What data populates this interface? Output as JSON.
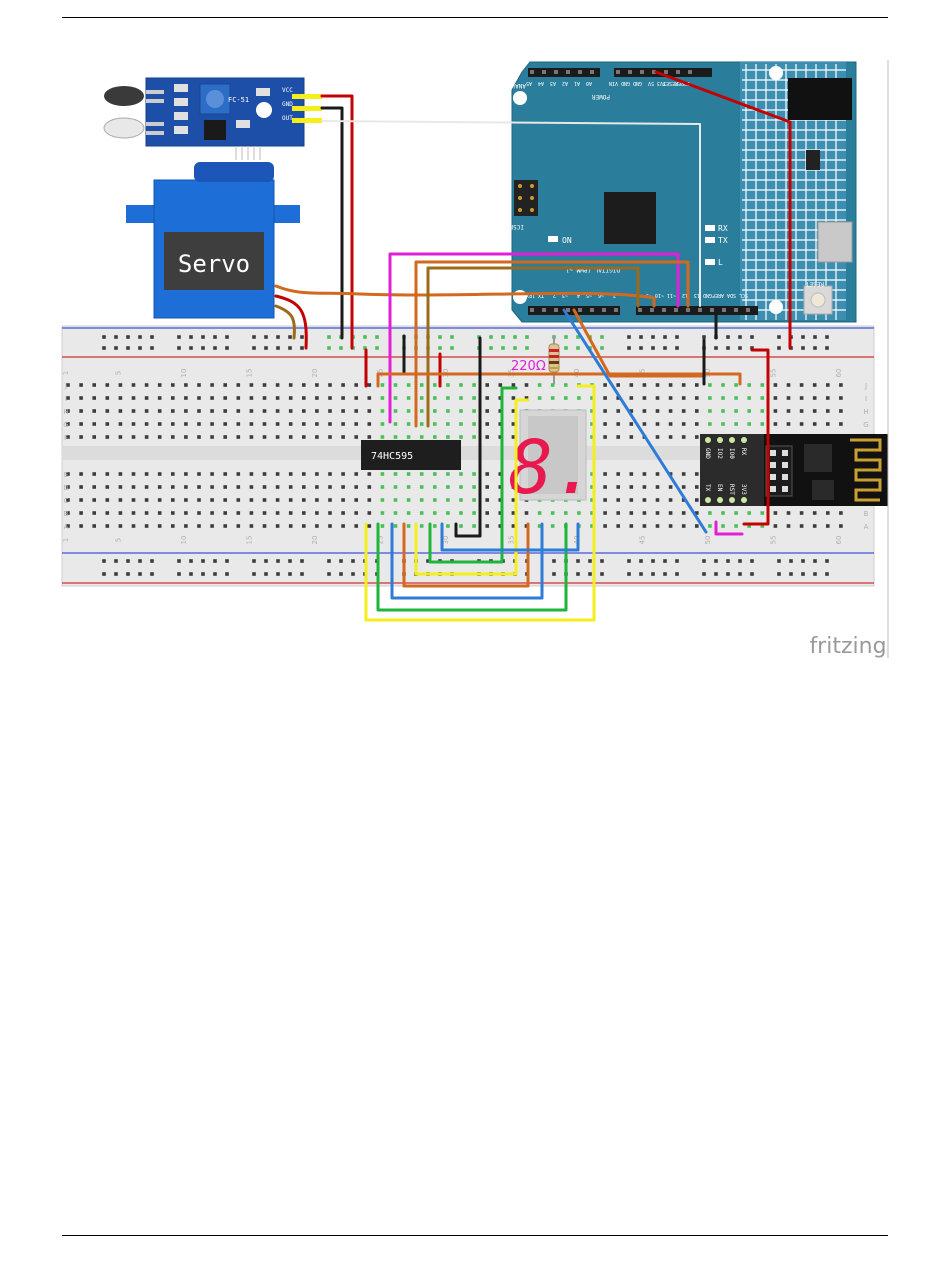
{
  "document": {
    "watermark": "fritzing"
  },
  "components": {
    "ir_sensor": {
      "board_label": "FC-51",
      "pin_labels": [
        "VCC",
        "GND",
        "OUT"
      ]
    },
    "servo": {
      "label": "Servo"
    },
    "arduino": {
      "header_top_left": [
        "A5",
        "A4",
        "A3",
        "A2",
        "A1",
        "A0"
      ],
      "section_analog": "ANALOG IN",
      "header_top_right": [
        "VIN",
        "GND",
        "GND",
        "5V",
        "3V3",
        "RESET",
        "IOREF"
      ],
      "section_power": "POWER",
      "header_bottom": [
        "RX 0",
        "TX 1",
        "2",
        "~3",
        "4",
        "~5",
        "~6",
        "7",
        "8",
        "~9",
        "~10",
        "~11",
        "12",
        "13",
        "GND",
        "AREF",
        "SDA",
        "SCL"
      ],
      "section_digital": "DIGITAL (PWM ~)",
      "icsp_label": "ICSP",
      "led_on": "ON",
      "led_rx": "RX",
      "led_tx": "TX",
      "led_l": "L",
      "reset_label": "RESET"
    },
    "resistor": {
      "label": "220Ω"
    },
    "shift_register": {
      "label": "74HC595"
    },
    "seven_segment": {
      "digit": "8.",
      "segment_color": "#e8194f"
    },
    "esp01": {
      "pins_top": [
        "GND",
        "IO2",
        "IO0",
        "RX"
      ],
      "pins_bottom": [
        "TX",
        "EN",
        "RST",
        "3V3"
      ]
    },
    "breadboard": {
      "column_numbers": [
        "1",
        "5",
        "10",
        "15",
        "20",
        "25",
        "30",
        "35",
        "40",
        "45",
        "50",
        "55",
        "60"
      ],
      "row_letters_top": [
        "J",
        "I",
        "H",
        "G",
        "F"
      ],
      "row_letters_bottom": [
        "E",
        "D",
        "C",
        "B",
        "A"
      ]
    }
  },
  "wire_colors": {
    "red": "#c40000",
    "black": "#1a1a1a",
    "orange": "#d2691e",
    "brown": "#9b6a1a",
    "magenta": "#e21fd8",
    "yellow": "#f4ee1c",
    "green": "#1eb53a",
    "blue": "#2e7bd8",
    "white": "#e8e8e8"
  }
}
